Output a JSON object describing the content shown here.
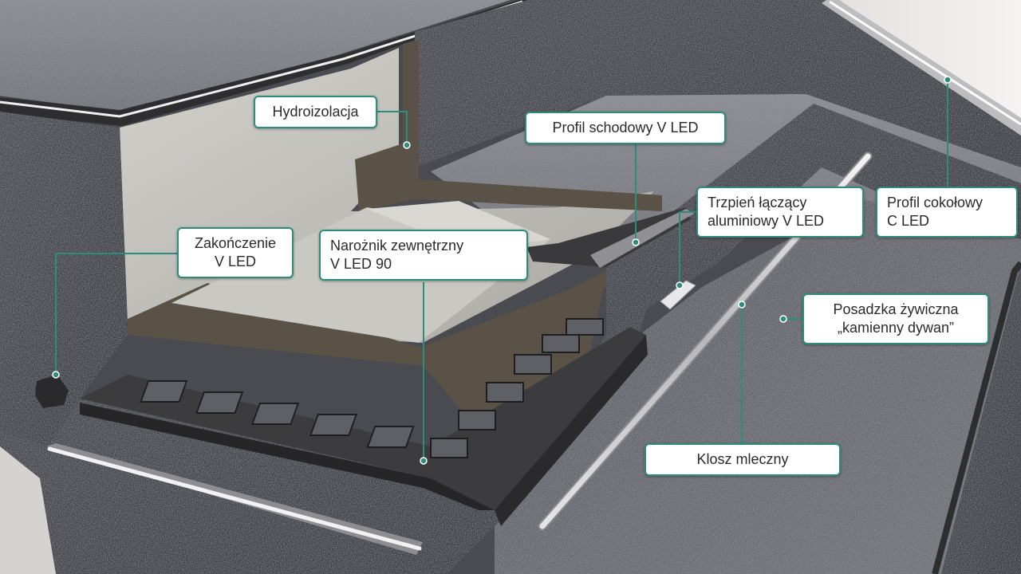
{
  "colors": {
    "accent": "#2e8c7c",
    "label_bg": "#ffffff",
    "label_text": "#2a2a2a",
    "stone_carpet": "#5c5d63",
    "concrete": "#bdbcb8",
    "waterproofing": "#5a5246",
    "profile_metal": "#3c3c3e"
  },
  "labels": {
    "hydroizolacja": [
      "Hydroizolacja"
    ],
    "profil_schodowy": [
      "Profil schodowy V LED"
    ],
    "trzpien": [
      "Trzpień łączący",
      "aluminiowy V LED"
    ],
    "profil_cokolowy": [
      "Profil cokołowy",
      "C LED"
    ],
    "zakonczenie": [
      "Zakończenie",
      "V LED"
    ],
    "naroznik": [
      "Narożnik zewnętrzny",
      "V LED 90"
    ],
    "posadzka": [
      "Posadzka żywiczna",
      "„kamienny dywan”"
    ],
    "klosz": [
      "Klosz mleczny"
    ]
  }
}
